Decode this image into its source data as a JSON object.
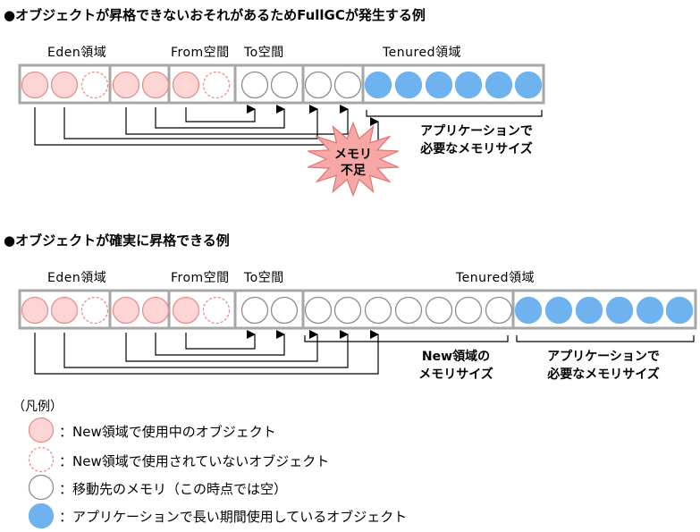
{
  "diagram1": {
    "heading": "●オブジェクトが昇格できないおそれがあるためFullGCが発生する例",
    "region_labels": {
      "eden": "Eden領域",
      "from": "From空間",
      "to": "To空間",
      "tenured": "Tenured領域"
    },
    "app_size_note": [
      "アプリケーションで",
      "必要なメモリサイズ"
    ],
    "shortage_label": [
      "メモリ",
      "不足"
    ]
  },
  "diagram2": {
    "heading": "●オブジェクトが確実に昇格できる例",
    "region_labels": {
      "eden": "Eden領域",
      "from": "From空間",
      "to": "To空間",
      "tenured": "Tenured領域"
    },
    "new_size_note": [
      "New領域の",
      "メモリサイズ"
    ],
    "app_size_note": [
      "アプリケーションで",
      "必要なメモリサイズ"
    ]
  },
  "legend": {
    "title": "（凡例）",
    "items": [
      {
        "style": "pink-solid",
        "text": "：New領域で使用中のオブジェクト"
      },
      {
        "style": "pink-dashed",
        "text": "：New領域で使用されていないオブジェクト"
      },
      {
        "style": "white-solid",
        "text": "：移動先のメモリ（この時点では空）"
      },
      {
        "style": "blue-solid",
        "text": "：アプリケーションで長い期間使用しているオブジェクト"
      }
    ]
  },
  "colors": {
    "pink_fill": "#fcd5d4",
    "pink_stroke": "#e8908e",
    "blue_fill": "#6fb2f0",
    "bar_border": "#a6a6a6",
    "burst_fill": "#f7a7a5",
    "burst_stroke": "#e27370"
  }
}
